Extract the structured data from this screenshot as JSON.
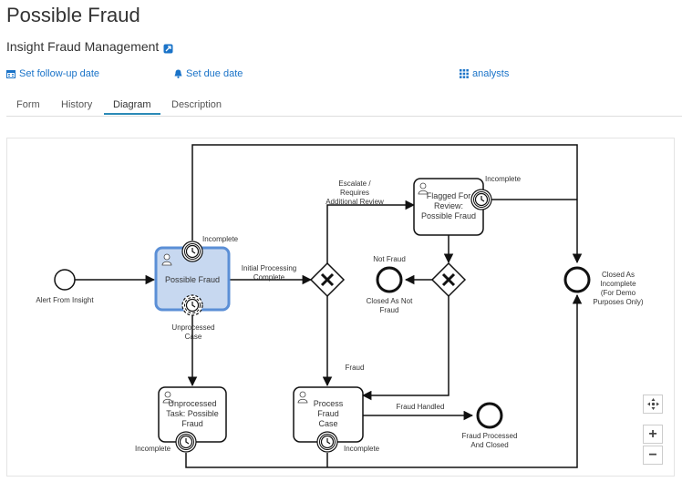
{
  "header": {
    "title": "Possible Fraud",
    "process_name": "Insight Fraud Management",
    "link_icon": "external-link-icon"
  },
  "actions": {
    "follow_up": {
      "label": "Set follow-up date",
      "icon": "calendar-icon"
    },
    "due_date": {
      "label": "Set due date",
      "icon": "bell-icon"
    },
    "analysts": {
      "label": "analysts",
      "icon": "grid-icon"
    }
  },
  "tabs": [
    {
      "label": "Form"
    },
    {
      "label": "History"
    },
    {
      "label": "Diagram",
      "active": true
    },
    {
      "label": "Description"
    }
  ],
  "colors": {
    "accent": "#1a73c8",
    "active_tab": "#2b8ab7",
    "highlight_fill": "#c7d8f0",
    "highlight_stroke": "#5b8fd6"
  },
  "diagram": {
    "start_event": {
      "label": "Alert From Insight"
    },
    "tasks": {
      "possible_fraud": {
        "label": [
          "Possible Fraud"
        ]
      },
      "flagged": {
        "label": [
          "Flagged For",
          "Review:",
          "Possible Fraud"
        ]
      },
      "unprocessed": {
        "label": [
          "Unprocessed",
          "Task: Possible",
          "Fraud"
        ]
      },
      "process_fraud": {
        "label": [
          "Process",
          "Fraud",
          "Case"
        ]
      }
    },
    "timer_labels": {
      "incomplete_1": "Incomplete",
      "incomplete_2": "Incomplete",
      "incomplete_3": "Incomplete",
      "incomplete_4": "Incomplete",
      "unprocessed_case": [
        "Unprocessed",
        "Case"
      ]
    },
    "flow_labels": {
      "initial_processing": [
        "Initial Processing",
        "Complete"
      ],
      "escalate": [
        "Escalate /",
        "Requires",
        "Additional Review"
      ],
      "not_fraud": "Not Fraud",
      "fraud": "Fraud",
      "fraud_handled": "Fraud Handled"
    },
    "end_events": {
      "closed_not_fraud": [
        "Closed As Not",
        "Fraud"
      ],
      "fraud_processed": [
        "Fraud Processed",
        "And Closed"
      ],
      "closed_incomplete": [
        "Closed As",
        "Incomplete",
        "(For Demo",
        "Purposes Only)"
      ]
    },
    "controls": {
      "reset": "crosshair-icon",
      "zoom_in": "+",
      "zoom_out": "−"
    }
  }
}
